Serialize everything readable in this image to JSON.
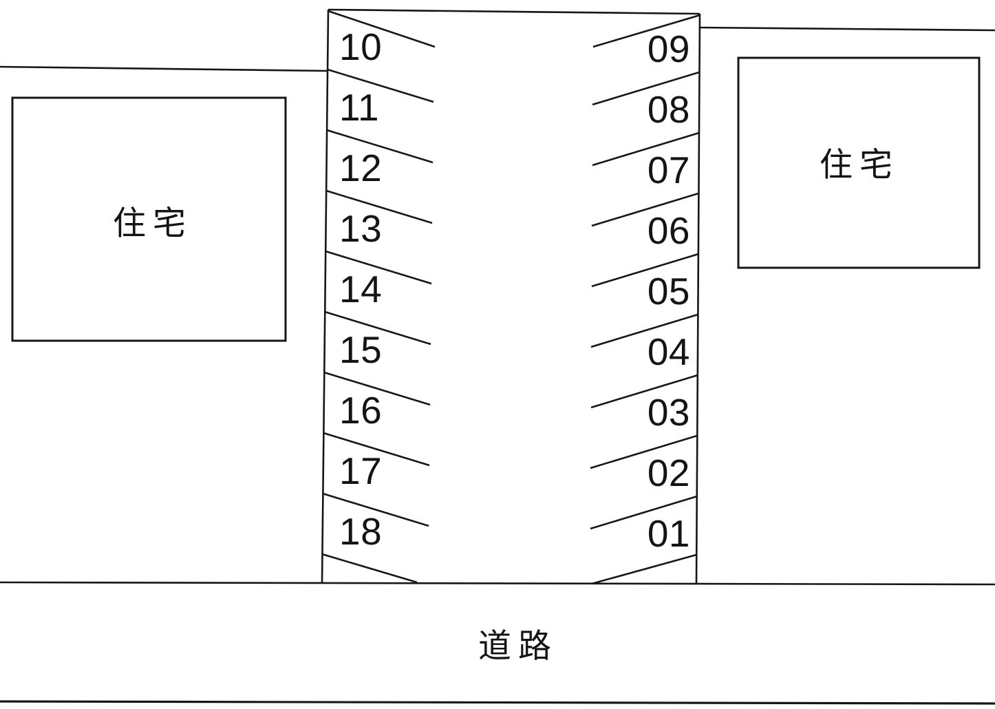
{
  "diagram": {
    "type": "parking-lot-layout",
    "colors": {
      "ink": "#161616",
      "background": "#ffffff"
    },
    "labels": {
      "left_house": "住宅",
      "right_house": "住宅",
      "road": "道路"
    },
    "parking": {
      "left_column": [
        "10",
        "11",
        "12",
        "13",
        "14",
        "15",
        "16",
        "17",
        "18"
      ],
      "right_column": [
        "09",
        "08",
        "07",
        "06",
        "05",
        "04",
        "03",
        "02",
        "01"
      ]
    }
  }
}
